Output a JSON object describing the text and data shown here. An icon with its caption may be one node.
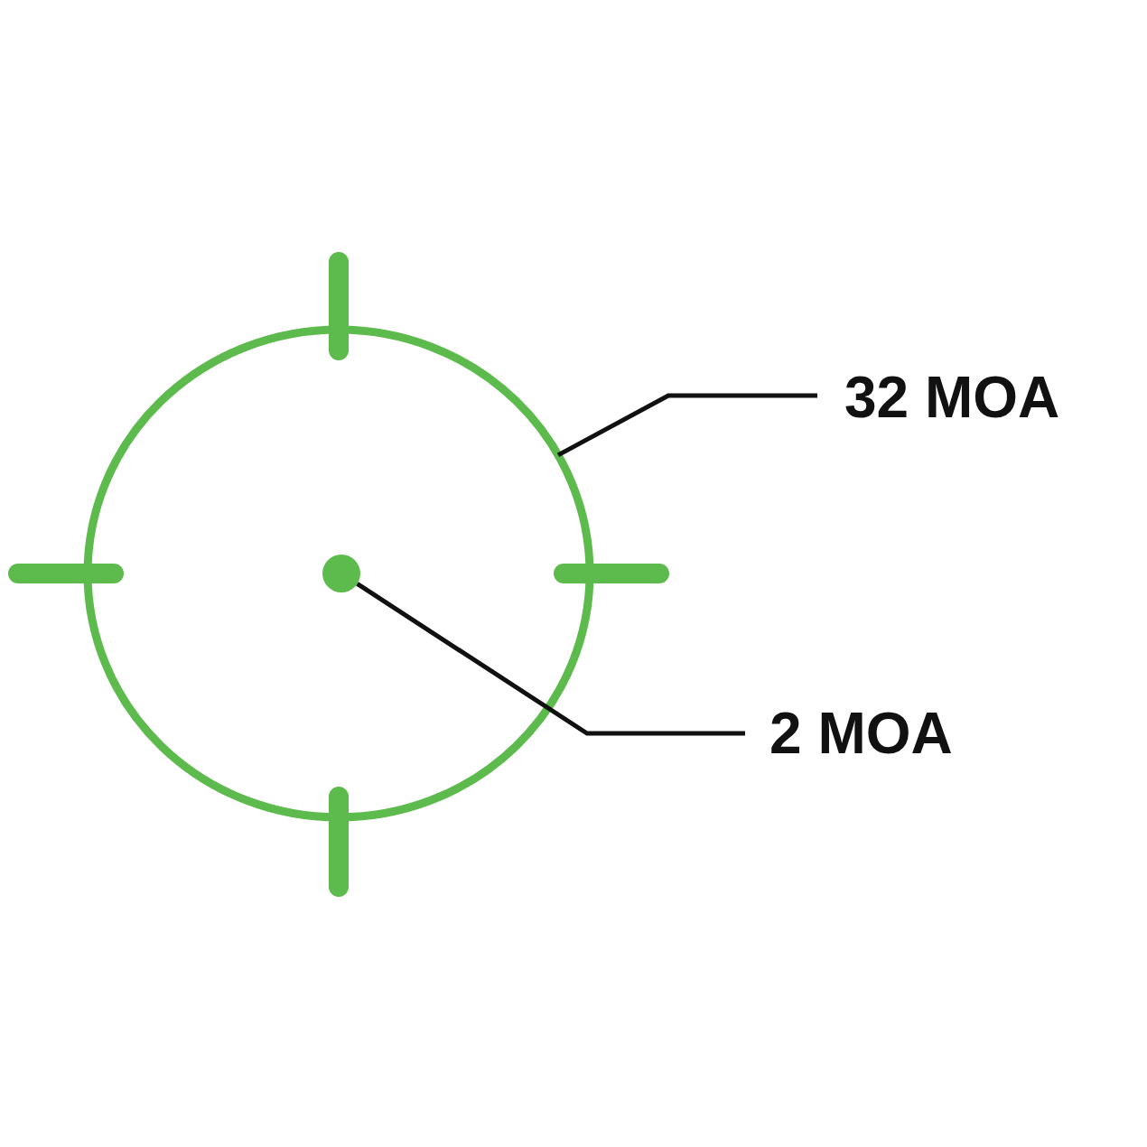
{
  "diagram": {
    "nodes": [
      {
        "text": [],
        "shape": "circle"
      },
      {
        "text": [],
        "shape": "circle",
        "in": 0
      },
      {
        "text": [
          "32 MOA"
        ]
      },
      {
        "text": [
          "2 MOA"
        ]
      }
    ],
    "edges": [
      {
        "from": 2,
        "to": 0,
        "arrow": "none"
      },
      {
        "from": 3,
        "to": 1,
        "arrow": "none"
      }
    ]
  }
}
